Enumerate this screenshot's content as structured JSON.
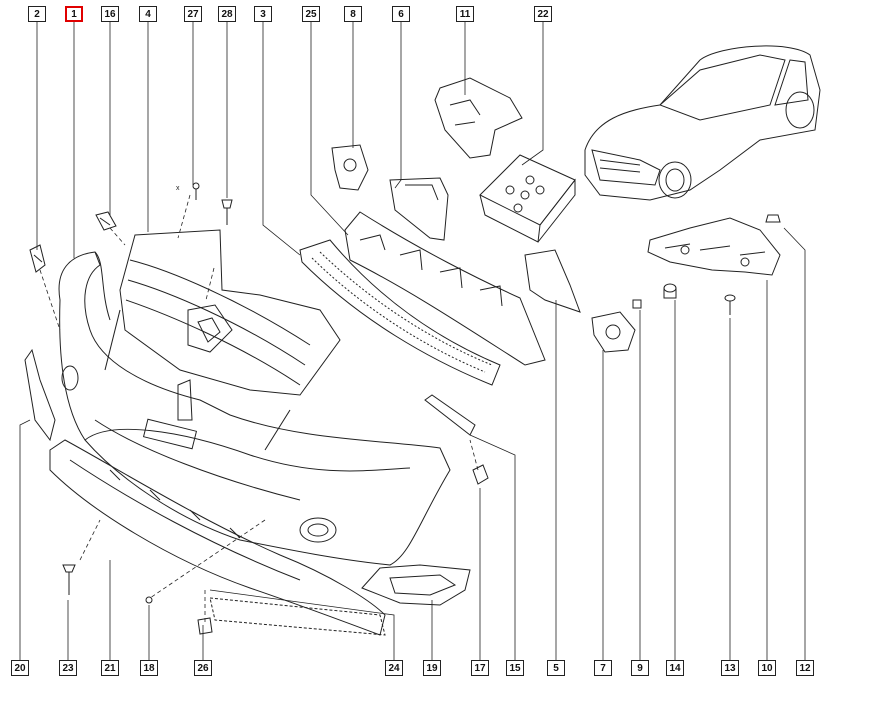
{
  "callouts": [
    {
      "label": "2",
      "active": false
    },
    {
      "label": "1",
      "active": true
    },
    {
      "label": "16",
      "active": false
    },
    {
      "label": "4",
      "active": false
    },
    {
      "label": "27",
      "active": false
    },
    {
      "label": "28",
      "active": false
    },
    {
      "label": "3",
      "active": false
    },
    {
      "label": "25",
      "active": false
    },
    {
      "label": "8",
      "active": false
    },
    {
      "label": "6",
      "active": false
    },
    {
      "label": "11",
      "active": false
    },
    {
      "label": "22",
      "active": false
    },
    {
      "label": "20",
      "active": false
    },
    {
      "label": "23",
      "active": false
    },
    {
      "label": "21",
      "active": false
    },
    {
      "label": "18",
      "active": false
    },
    {
      "label": "26",
      "active": false
    },
    {
      "label": "24",
      "active": false
    },
    {
      "label": "19",
      "active": false
    },
    {
      "label": "17",
      "active": false
    },
    {
      "label": "15",
      "active": false
    },
    {
      "label": "5",
      "active": false
    },
    {
      "label": "7",
      "active": false
    },
    {
      "label": "9",
      "active": false
    },
    {
      "label": "14",
      "active": false
    },
    {
      "label": "13",
      "active": false
    },
    {
      "label": "10",
      "active": false
    },
    {
      "label": "12",
      "active": false
    }
  ],
  "colors": {
    "highlight": "#e00000",
    "ink": "#222222"
  },
  "glyph_x": "x"
}
